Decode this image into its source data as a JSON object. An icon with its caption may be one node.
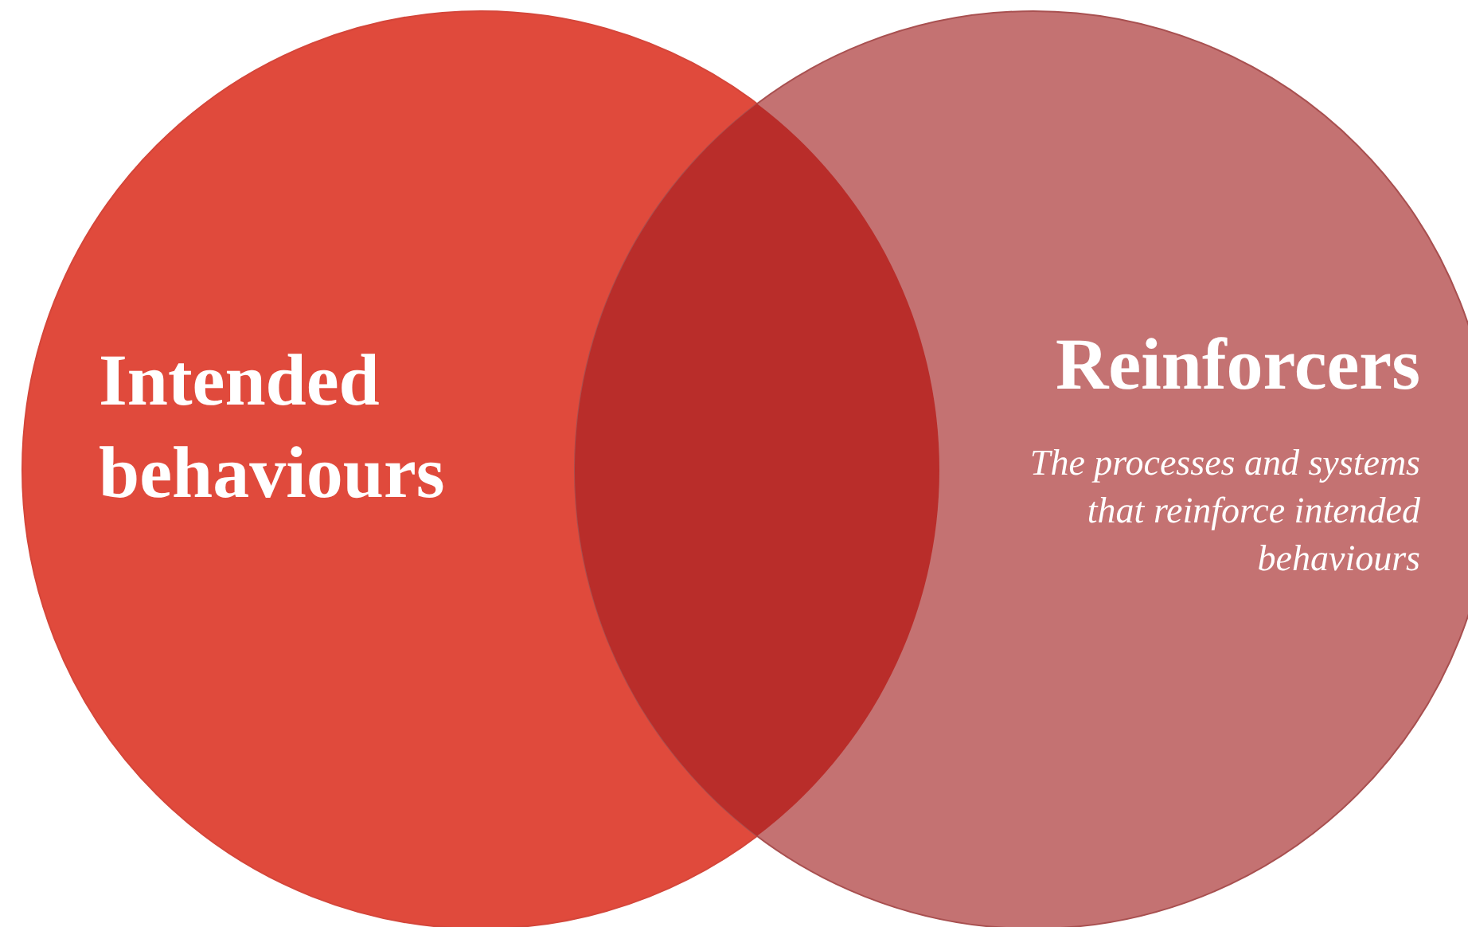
{
  "diagram": {
    "nodes": [
      {
        "text": [
          "Intended behaviours"
        ]
      },
      {
        "text": [
          "Reinforcers",
          "The processes and systems that reinforce intended behaviours"
        ]
      }
    ]
  }
}
